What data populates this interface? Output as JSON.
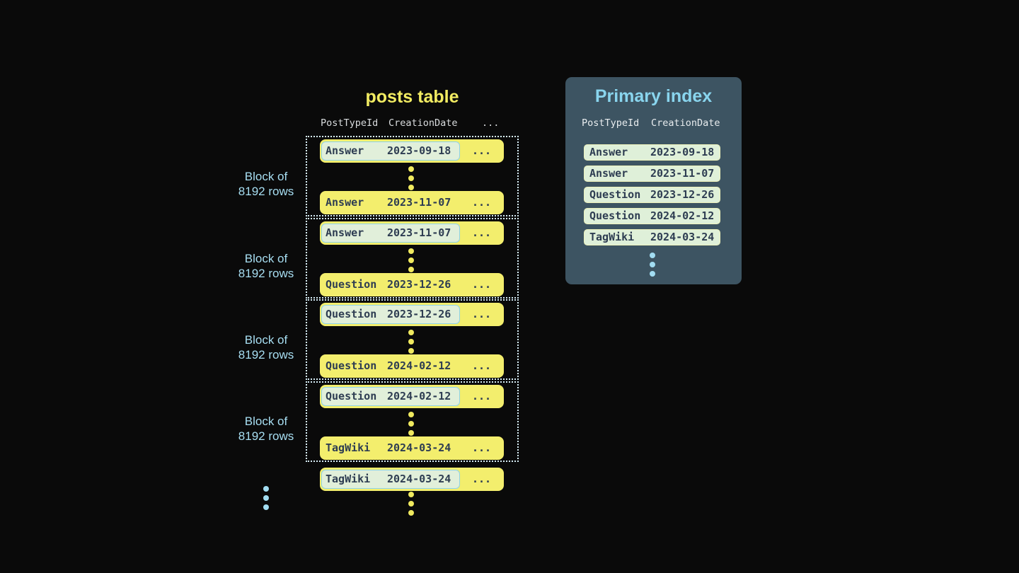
{
  "colors": {
    "background": "#0a0a0a",
    "row_yellow": "#f3ee6d",
    "accent_yellow": "#f0ea5f",
    "dark_text": "#2e3d52",
    "light_blue": "#a7def2",
    "title_yellow": "#f2ec62",
    "title_blue": "#89d5ee",
    "highlight_fill": "#e1efda",
    "highlight_border": "#8ed3ea",
    "index_row_fill": "#dff0d9",
    "index_row_border": "#eef2bb",
    "panel_background": "#3d5462",
    "dotted_border": "#d6ecf5"
  },
  "posts_table": {
    "title": "posts table",
    "header": {
      "col1": "PostTypeId",
      "col2": "CreationDate",
      "ellipsis": "..."
    },
    "row_ellipsis": "...",
    "block_label": {
      "line1": "Block of",
      "line2": "8192 rows"
    },
    "blocks": [
      {
        "first": {
          "type": "Answer",
          "date": "2023-09-18"
        },
        "last": {
          "type": "Answer",
          "date": "2023-11-07"
        }
      },
      {
        "first": {
          "type": "Answer",
          "date": "2023-11-07"
        },
        "last": {
          "type": "Question",
          "date": "2023-12-26"
        }
      },
      {
        "first": {
          "type": "Question",
          "date": "2023-12-26"
        },
        "last": {
          "type": "Question",
          "date": "2024-02-12"
        }
      },
      {
        "first": {
          "type": "Question",
          "date": "2024-02-12"
        },
        "last": {
          "type": "TagWiki",
          "date": "2024-03-24"
        }
      }
    ],
    "trailing_row": {
      "type": "TagWiki",
      "date": "2024-03-24"
    }
  },
  "primary_index": {
    "title": "Primary index",
    "header": {
      "col1": "PostTypeId",
      "col2": "CreationDate"
    },
    "rows": [
      {
        "type": "Answer",
        "date": "2023-09-18"
      },
      {
        "type": "Answer",
        "date": "2023-11-07"
      },
      {
        "type": "Question",
        "date": "2023-12-26"
      },
      {
        "type": "Question",
        "date": "2024-02-12"
      },
      {
        "type": "TagWiki",
        "date": "2024-03-24"
      }
    ]
  }
}
